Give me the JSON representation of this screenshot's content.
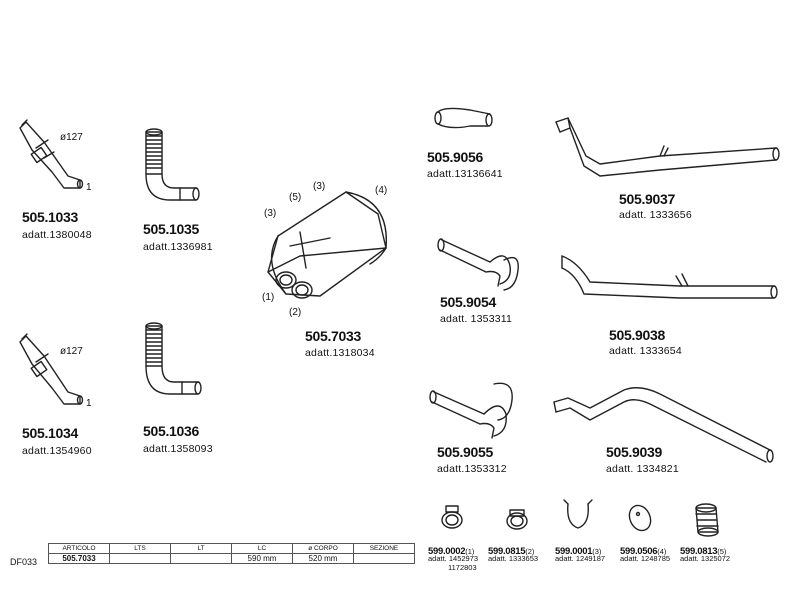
{
  "parts": [
    {
      "code": "505.1033",
      "ref": "adatt.1380048",
      "dim": "ø127",
      "marker": "1"
    },
    {
      "code": "505.1035",
      "ref": "adatt.1336981"
    },
    {
      "code": "505.1034",
      "ref": "adatt.1354960",
      "dim": "ø127",
      "marker": "1"
    },
    {
      "code": "505.1036",
      "ref": "adatt.1358093"
    },
    {
      "code": "505.7033",
      "ref": "adatt.1318034",
      "callouts": [
        "(1)",
        "(2)",
        "(3)",
        "(5)",
        "(3)",
        "(4)"
      ]
    },
    {
      "code": "505.9056",
      "ref": "adatt.13136641"
    },
    {
      "code": "505.9054",
      "ref": "adatt. 1353311"
    },
    {
      "code": "505.9055",
      "ref": "adatt.1353312"
    },
    {
      "code": "505.9037",
      "ref": "adatt. 1333656"
    },
    {
      "code": "505.9038",
      "ref": "adatt. 1333654"
    },
    {
      "code": "505.9039",
      "ref": "adatt. 1334821"
    }
  ],
  "accessories": [
    {
      "code": "599.0002",
      "qty": "(1)",
      "ref": "adatt. 1452973",
      "ref2": "1172803"
    },
    {
      "code": "599.0815",
      "qty": "(2)",
      "ref": "adatt. 1333653"
    },
    {
      "code": "599.0001",
      "qty": "(3)",
      "ref": "adatt. 1249187"
    },
    {
      "code": "599.0506",
      "qty": "(4)",
      "ref": "adatt. 1248785"
    },
    {
      "code": "599.0813",
      "qty": "(5)",
      "ref": "adatt. 1325072"
    }
  ],
  "spec_table": {
    "headers": [
      "ARTICOLO",
      "LTS",
      "LT",
      "LC",
      "ø CORPO",
      "SEZIONE"
    ],
    "values": [
      "505.7033",
      "",
      "",
      "590  mm",
      "520  mm",
      ""
    ]
  },
  "page_code": "DF033"
}
